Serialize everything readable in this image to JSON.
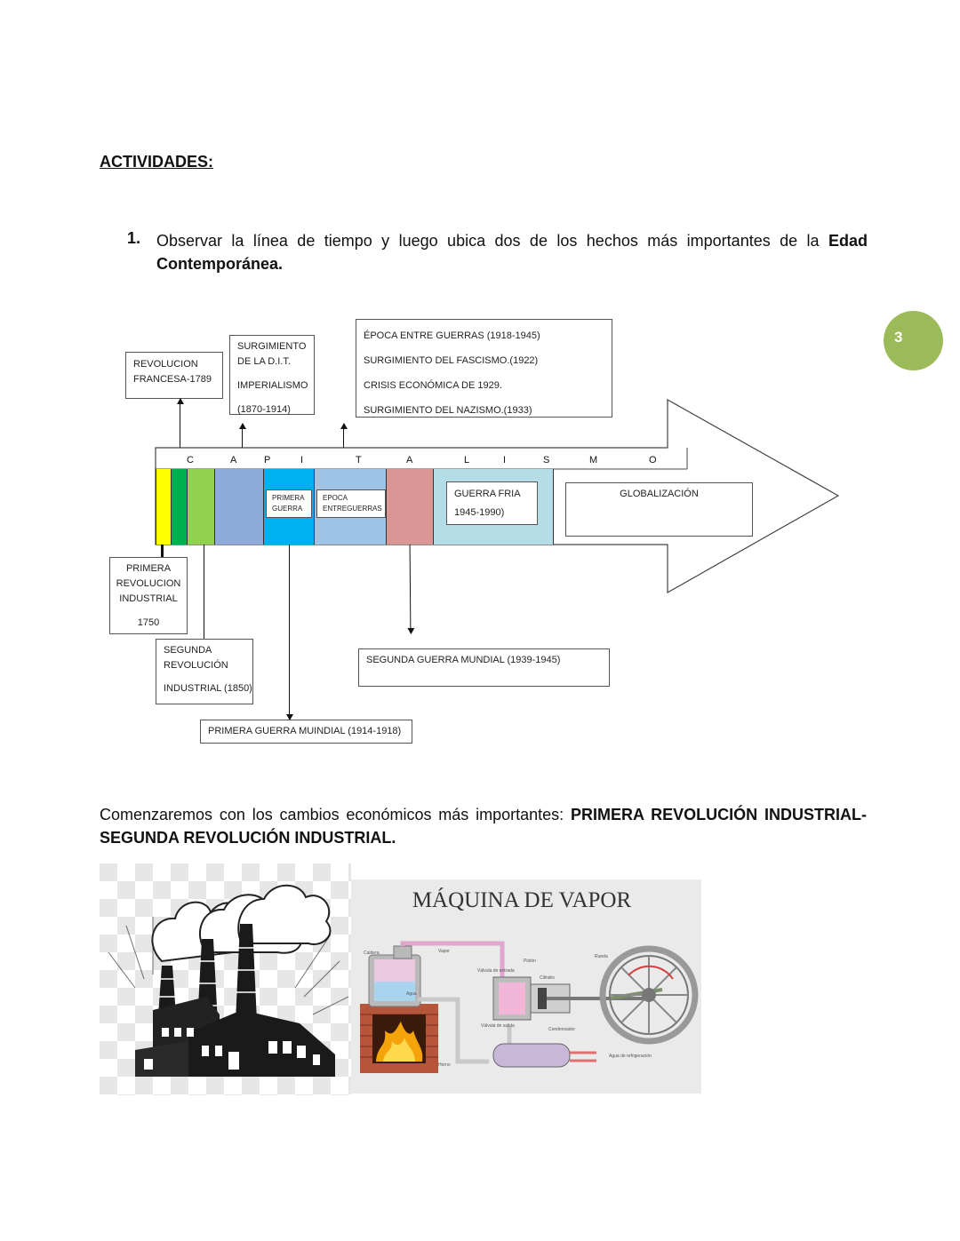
{
  "page": {
    "heading": "ACTIVIDADES:",
    "page_number": "3",
    "question": {
      "number": "1.",
      "text_before": "Observar la línea de tiempo y luego ubica dos de  los hechos más importantes de la ",
      "text_bold": "Edad Contemporánea."
    },
    "paragraph": {
      "text_before": "Comenzaremos con los cambios económicos más importantes: ",
      "text_bold": "PRIMERA REVOLUCIÓN INDUSTRIAL-SEGUNDA REVOLUCIÓN INDUSTRIAL."
    }
  },
  "timeline": {
    "capitalismo_letters": [
      "C",
      "A",
      "P",
      "I",
      "T",
      "A",
      "L",
      "I",
      "S",
      "M",
      "O"
    ],
    "colors": {
      "yellow": "#ffff00",
      "dark_green": "#00b050",
      "light_green": "#92d050",
      "periwinkle": "#8eaadb",
      "blue": "#00b0f0",
      "light_blue": "#9dc3e6",
      "rose": "#da9694",
      "pale_blue": "#b4dde8"
    },
    "revolucion_francesa": [
      "REVOLUCION",
      "FRANCESA-1789"
    ],
    "surgimiento_dit": [
      "SURGIMIENTO",
      "DE LA D.I.T.",
      "IMPERIALISMO",
      "(1870-1914)"
    ],
    "entre_guerras": [
      "ÉPOCA ENTRE GUERRAS (1918-1945)",
      "SURGIMIENTO DEL FASCISMO.(1922)",
      "CRISIS ECONÓMICA  DE 1929.",
      "SURGIMIENTO DEL NAZISMO.(1933)"
    ],
    "primera_guerra_cell": [
      "PRIMERA",
      "GUERRA"
    ],
    "epoca_cell": [
      "EPOCA",
      "ENTREGUERRAS"
    ],
    "guerra_fria": [
      "GUERRA FRIA",
      "1945-1990)"
    ],
    "globalizacion": "GLOBALIZACIÓN",
    "primera_revolucion": [
      "PRIMERA",
      "REVOLUCION",
      "INDUSTRIAL",
      "1750"
    ],
    "segunda_revolucion": [
      "SEGUNDA",
      "REVOLUCIÓN",
      "INDUSTRIAL (1850)"
    ],
    "segunda_guerra": "SEGUNDA GUERRA MUNDIAL (1939-1945)",
    "primera_guerra": "PRIMERA GUERRA MUINDIAL (1914-1918)"
  },
  "steam_engine": {
    "title": "MÁQUINA DE VAPOR",
    "labels": {
      "caldera": "Caldera",
      "vapor": "Vapor",
      "piston": "Pistón",
      "rueda": "Rueda",
      "valvula_entrada": "Válvula de entrada",
      "cilindro": "Cilindro",
      "agua": "Agua",
      "valvula_salida": "Válvula de salida",
      "condensador": "Condensador",
      "horno": "Horno",
      "agua_refrigeracion": "Agua de refrigeración"
    }
  }
}
